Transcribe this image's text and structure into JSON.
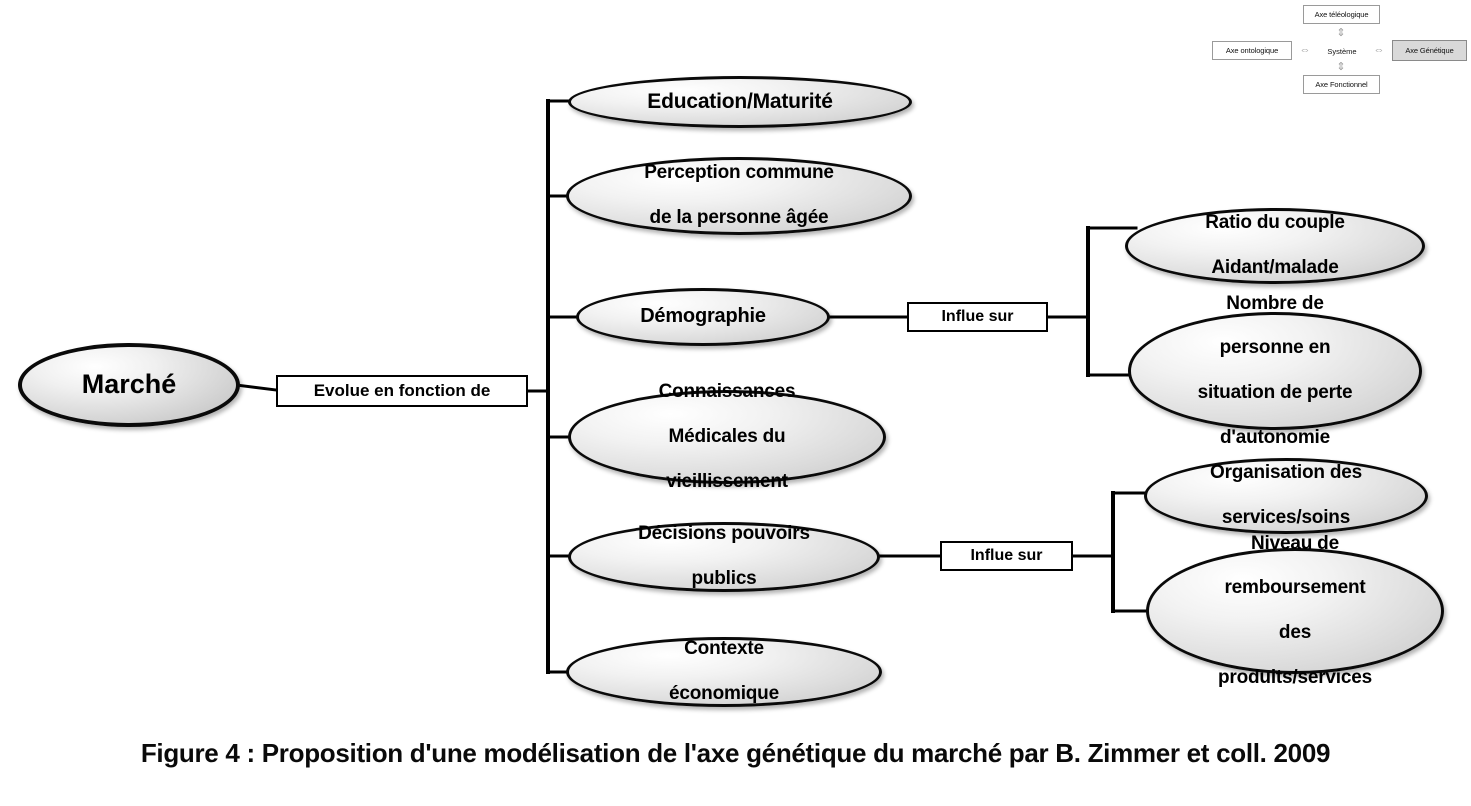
{
  "figure": {
    "caption": "Figure 4 : Proposition d'une modélisation de l'axe génétique du marché par B. Zimmer et coll. 2009",
    "colors": {
      "node_fill_light": "#ffffff",
      "node_fill_dark": "#c7c7c7",
      "node_stroke": "#0a0a0a",
      "line": "#000000",
      "inset_accent_fill": "#d9d9d9",
      "background": "#ffffff"
    }
  },
  "root": {
    "label": "Marché"
  },
  "connectors": {
    "root_relation": "Evolue en fonction de",
    "influences": [
      {
        "label": "Influe sur"
      },
      {
        "label": "Influe sur"
      }
    ]
  },
  "factors": [
    {
      "id": "education",
      "label": "Education/Maturité",
      "lines": [
        "Education/Maturité"
      ]
    },
    {
      "id": "perception",
      "label": "Perception commune de la personne âgée",
      "lines": [
        "Perception commune",
        "de la personne  âgée"
      ]
    },
    {
      "id": "demographie",
      "label": "Démographie",
      "lines": [
        "Démographie"
      ]
    },
    {
      "id": "connaissances",
      "label": "Connaissances Médicales du vieillissement",
      "lines": [
        "Connaissances",
        "Médicales du",
        "vieillissement"
      ]
    },
    {
      "id": "decisions",
      "label": "Décisions pouvoirs publics",
      "lines": [
        "Décisions pouvoirs",
        "publics"
      ]
    },
    {
      "id": "contexte",
      "label": "Contexte économique",
      "lines": [
        "Contexte",
        "économique"
      ]
    }
  ],
  "outcomes_demographie": [
    {
      "id": "ratio",
      "label": "Ratio du couple Aidant/malade",
      "lines": [
        "Ratio du couple",
        "Aidant/malade"
      ]
    },
    {
      "id": "nombre",
      "label": "Nombre de personne en situation de perte d'autonomie",
      "lines": [
        "Nombre de",
        "personne en",
        "situation de perte",
        "d'autonomie"
      ]
    }
  ],
  "outcomes_decisions": [
    {
      "id": "organisation",
      "label": "Organisation des services/soins",
      "lines": [
        "Organisation des",
        "services/soins"
      ]
    },
    {
      "id": "niveau",
      "label": "Niveau de remboursement des produits/services",
      "lines": [
        "Niveau de",
        "remboursement",
        "des",
        "produits/services"
      ]
    }
  ],
  "inset": {
    "top": "Axe téléologique",
    "left": "Axe ontologique",
    "center": "Système",
    "right": "Axe Génétique",
    "bottom": "Axe Fonctionnel",
    "arrow_vertical": "⇕",
    "arrow_horizontal": "⇔"
  }
}
